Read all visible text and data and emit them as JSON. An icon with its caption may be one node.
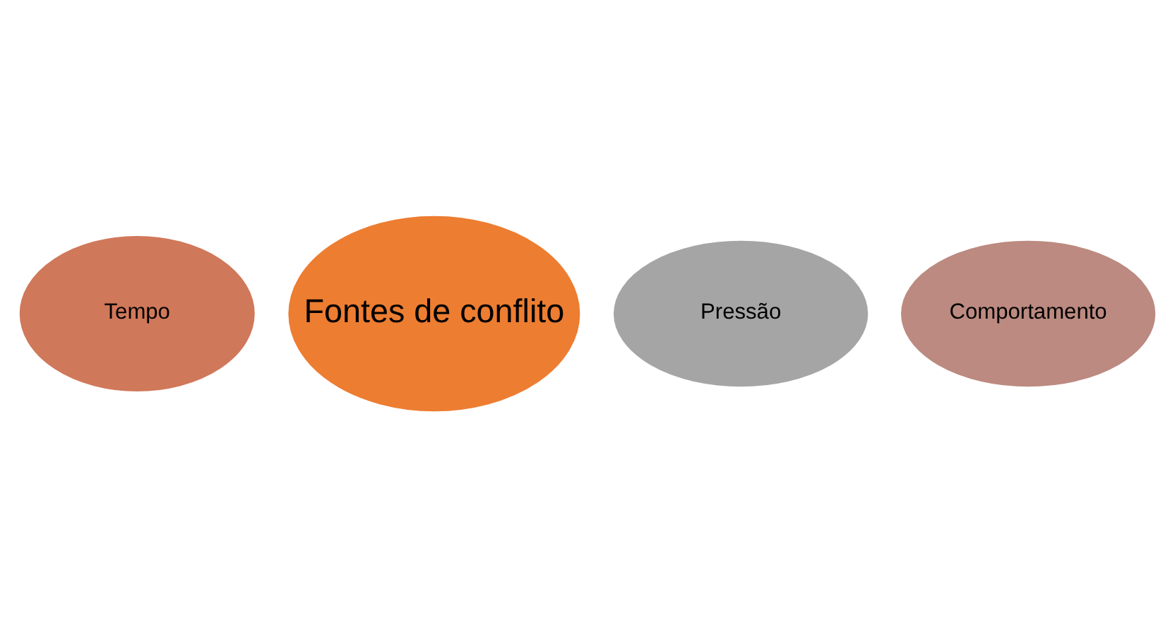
{
  "diagram": {
    "nodes": [
      {
        "text": [
          "Tempo"
        ]
      },
      {
        "text": [
          "Fontes de conflito"
        ]
      },
      {
        "text": [
          "Pressão"
        ]
      },
      {
        "text": [
          "Comportamento"
        ]
      }
    ]
  }
}
